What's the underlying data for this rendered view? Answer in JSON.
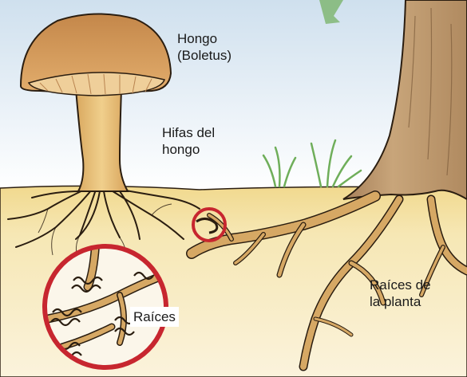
{
  "labels": {
    "hongo": {
      "line1": "Hongo",
      "line2": "(Boletus)"
    },
    "hifas": {
      "line1": "Hifas del",
      "line2": "hongo"
    },
    "raices_planta": {
      "line1": "Raíces de",
      "line2": "la planta"
    },
    "raices_zoom": "Raíces"
  },
  "colors": {
    "sky": "#e4eef6",
    "soil": "#f6e7b4",
    "soil_deep": "#f1d98e",
    "trunk": "#bf9a6a",
    "cap": "#d79a55",
    "stem": "#e2b870",
    "root": "#d6a864",
    "outline": "#2a1d10",
    "grass": "#6fae5a",
    "circle": "#c7262f"
  }
}
